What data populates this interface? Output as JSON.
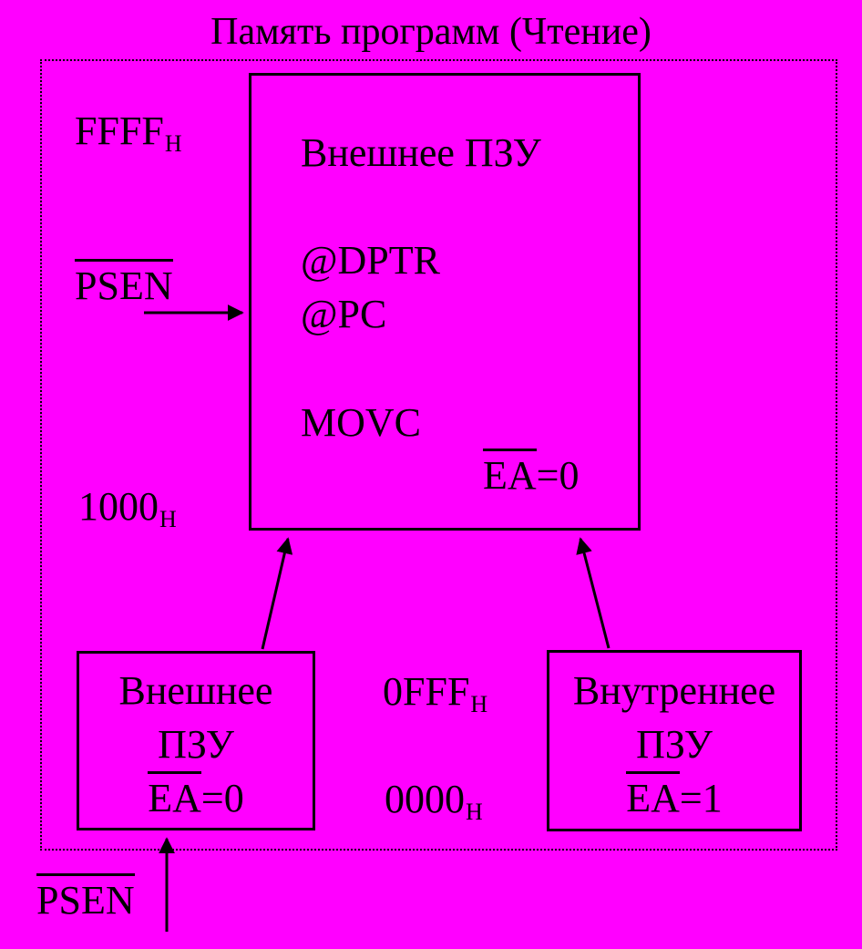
{
  "title": "Память программ (Чтение)",
  "addresses": {
    "ffff_main": "FFFF",
    "ffff_sub": "H",
    "a1000_main": "1000",
    "a1000_sub": "H",
    "a0fff_main": "0FFF",
    "a0fff_sub": "H",
    "a0000_main": "0000",
    "a0000_sub": "H"
  },
  "psen_top": "PSEN",
  "psen_bottom": "PSEN",
  "main_block": {
    "title": "Внешнее ПЗУ",
    "line_dptr": "@DPTR",
    "line_pc": "@PC",
    "line_movc": "MOVC",
    "ea_over": "EA",
    "ea_value": "=0"
  },
  "left_block": {
    "line1": "Внешнее",
    "line2": "ПЗУ",
    "ea_over": "EA",
    "ea_value": "=0"
  },
  "right_block": {
    "line1": "Внутреннее",
    "line2": "ПЗУ",
    "ea_over": "EA",
    "ea_value": "=1"
  }
}
